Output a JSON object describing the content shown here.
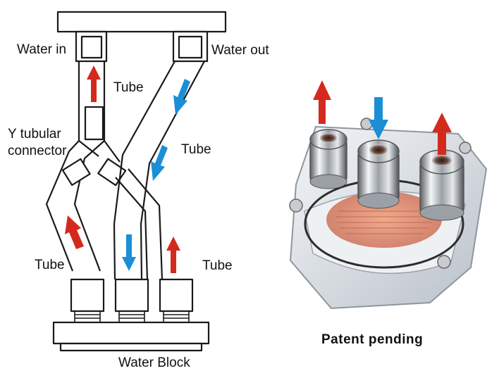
{
  "diagram": {
    "labels": {
      "water_in": "Water in",
      "water_out": "Water out",
      "tube_top": "Tube",
      "tube_right": "Tube",
      "tube_bottom_left": "Tube",
      "tube_bottom_right": "Tube",
      "y_connector_line1": "Y tubular",
      "y_connector_line2": "connector",
      "water_block": "Water Block"
    },
    "arrow_colors": {
      "inflow": "#d42a1e",
      "outflow": "#1a8fd6"
    },
    "line_color": "#1a1a1a"
  },
  "photo": {
    "caption": "Patent pending",
    "subject": "water-block-with-three-fittings"
  }
}
